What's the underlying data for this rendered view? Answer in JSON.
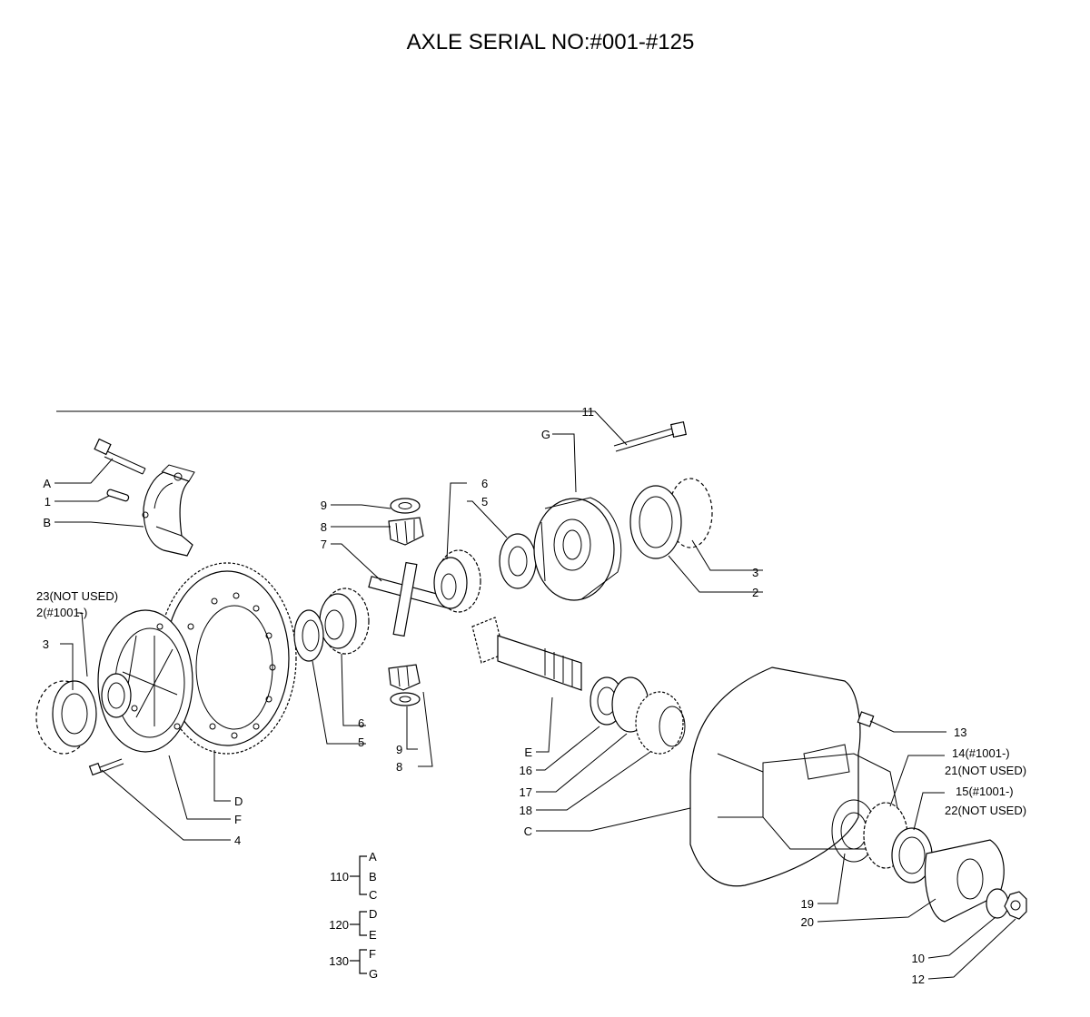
{
  "title": "AXLE SERIAL NO:#001-#125",
  "callouts": {
    "c11": "11",
    "cG_top": "G",
    "cA": "A",
    "c1": "1",
    "cB": "B",
    "c9_top": "9",
    "c8_top": "8",
    "c7": "7",
    "c6_top": "6",
    "c5_top": "5",
    "c3_right": "3",
    "c2_right": "2",
    "c23": "23(NOT USED)",
    "c2_1001": "2(#1001-)",
    "c3_left": "3",
    "c6_mid": "6",
    "c5_mid": "5",
    "c9_bot": "9",
    "c8_bot": "8",
    "cE": "E",
    "c16": "16",
    "c17": "17",
    "c18": "18",
    "cC": "C",
    "cD": "D",
    "cF": "F",
    "c4": "4",
    "c13": "13",
    "c14": "14(#1001-)",
    "c21": "21(NOT USED)",
    "c15": "15(#1001-)",
    "c22": "22(NOT USED)",
    "c19": "19",
    "c20": "20",
    "c10": "10",
    "c12": "12"
  },
  "groups": [
    {
      "number": "110",
      "letters": [
        "A",
        "B",
        "C"
      ]
    },
    {
      "number": "120",
      "letters": [
        "D",
        "E"
      ]
    },
    {
      "number": "130",
      "letters": [
        "F",
        "G"
      ]
    }
  ]
}
